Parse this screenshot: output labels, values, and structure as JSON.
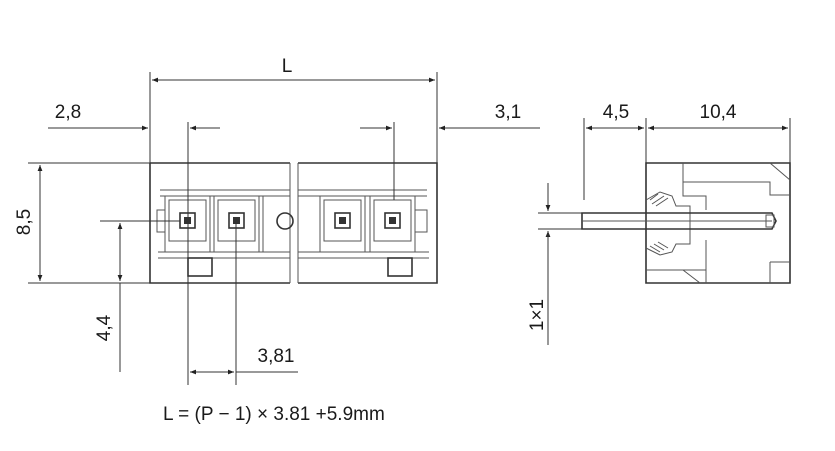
{
  "dimensions": {
    "overall_length": "L",
    "left_offset": "2,8",
    "right_offset": "3,1",
    "height": "8,5",
    "pin_height": "4,4",
    "pitch": "3,81",
    "side_depth_front": "4,5",
    "side_depth_rear": "10,4",
    "pin_section": "1×1"
  },
  "formula": "L = (P − 1) × 3.81 +5.9mm",
  "colors": {
    "line": "#333333",
    "background": "#ffffff"
  }
}
